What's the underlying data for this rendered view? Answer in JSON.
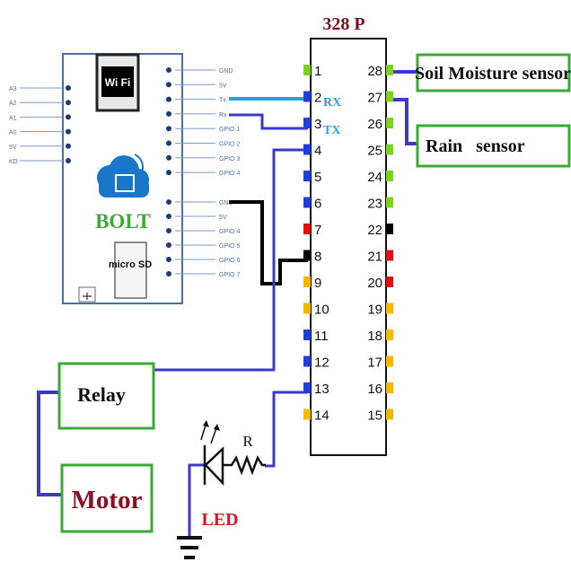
{
  "chip": {
    "title": "328 P",
    "left_pins": [
      "1",
      "2",
      "3",
      "4",
      "5",
      "6",
      "7",
      "8",
      "9",
      "10",
      "11",
      "12",
      "13",
      "14"
    ],
    "right_pins": [
      "28",
      "27",
      "26",
      "25",
      "24",
      "23",
      "22",
      "21",
      "20",
      "19",
      "18",
      "17",
      "16",
      "15"
    ],
    "rx_label": "RX",
    "tx_label": "TX"
  },
  "bolt": {
    "name": "BOLT",
    "wifi_text": "Wi Fi",
    "microsd_text": "micro SD",
    "left_pins": [
      "A3",
      "A2",
      "A1",
      "A0",
      "5V",
      "KD"
    ],
    "right_pins_top": [
      "GND",
      "5V",
      "Tx",
      "Rx",
      "GPIO 1",
      "GPIO 2",
      "GPIO 3",
      "GPIO 4"
    ],
    "right_pins_bottom": [
      "GND",
      "5V",
      "GPIO 4",
      "GPIO 5",
      "GPIO 6",
      "GPIO 7"
    ]
  },
  "components": {
    "soil_sensor": "Soil Moisture sensor",
    "rain_sensor": "Rain   sensor",
    "relay": "Relay",
    "motor": "Motor",
    "led": "LED",
    "resistor": "R"
  },
  "colors": {
    "green_pin": "#7ed321",
    "blue_pin": "#1f3fd8",
    "red_pin": "#e01010",
    "yellow_pin": "#f5b800",
    "black_pin": "#000000",
    "wire_blue": "#3a3ac8",
    "wire_cyan": "#2aa0d8",
    "box_green": "#3aaa35",
    "bolt_blue": "#1a76c9"
  }
}
